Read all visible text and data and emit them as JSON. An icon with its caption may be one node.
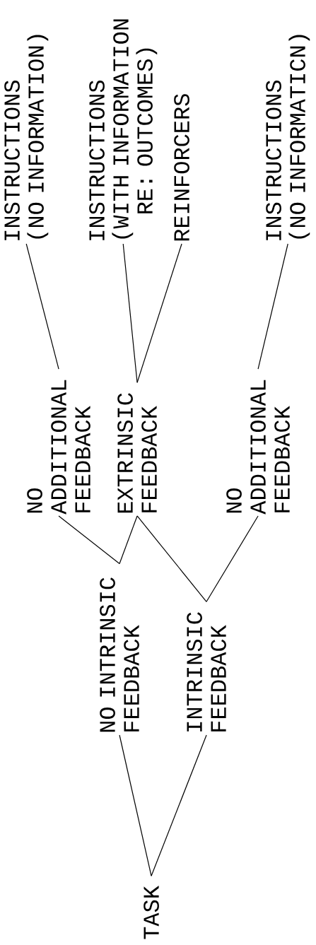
{
  "diagram": {
    "nodes": [
      {
        "text": [
          "TASK"
        ]
      },
      {
        "text": [
          "NO INTRINSIC FEEDBACK"
        ]
      },
      {
        "text": [
          "INTRINSIC FEEDBACK"
        ]
      },
      {
        "text": [
          "NO ADDITIONAL FEEDBACK"
        ]
      },
      {
        "text": [
          "EXTRINSIC FEEDBACK"
        ]
      },
      {
        "text": [
          "NO ADDITIONAL FEEDBACK"
        ]
      },
      {
        "text": [
          "INSTRUCTIONS (NO INFORMATION)"
        ]
      },
      {
        "text": [
          "INSTRUCTIONS (WITH INFORMATION RE: OUTCOMES)"
        ]
      },
      {
        "text": [
          "REINFORCERS"
        ]
      },
      {
        "text": [
          "INSTRUCTIONS (NO INFORMATICN)"
        ]
      }
    ],
    "edges": [
      {
        "from": 0,
        "to": 1,
        "arrow": "none"
      },
      {
        "from": 0,
        "to": 2,
        "arrow": "none"
      },
      {
        "from": 1,
        "to": 3,
        "arrow": "none"
      },
      {
        "from": 1,
        "to": 4,
        "arrow": "none"
      },
      {
        "from": 2,
        "to": 4,
        "arrow": "none"
      },
      {
        "from": 2,
        "to": 5,
        "arrow": "none"
      },
      {
        "from": 3,
        "to": 6,
        "arrow": "none"
      },
      {
        "from": 4,
        "to": 7,
        "arrow": "none"
      },
      {
        "from": 4,
        "to": 8,
        "arrow": "none"
      },
      {
        "from": 5,
        "to": 9,
        "arrow": "none"
      }
    ]
  }
}
